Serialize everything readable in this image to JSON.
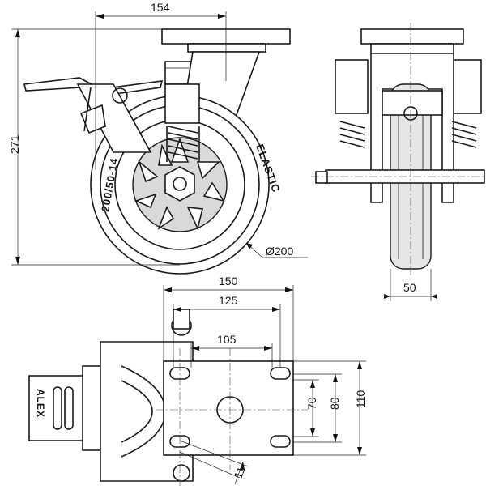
{
  "dimensions": {
    "side_width": "154",
    "side_height": "271",
    "wheel_diameter": "Ø200",
    "front_wheel_width": "50",
    "plate_width": "150",
    "bolt_spacing_long": "125",
    "bolt_spacing_short": "105",
    "plate_hole_70": "70",
    "plate_hole_80": "80",
    "plate_height": "110",
    "slot_width": "11"
  },
  "wheel_marking": {
    "brand": "ELASTIC",
    "size": "200/50-14"
  },
  "lock_brand": "ALEX"
}
